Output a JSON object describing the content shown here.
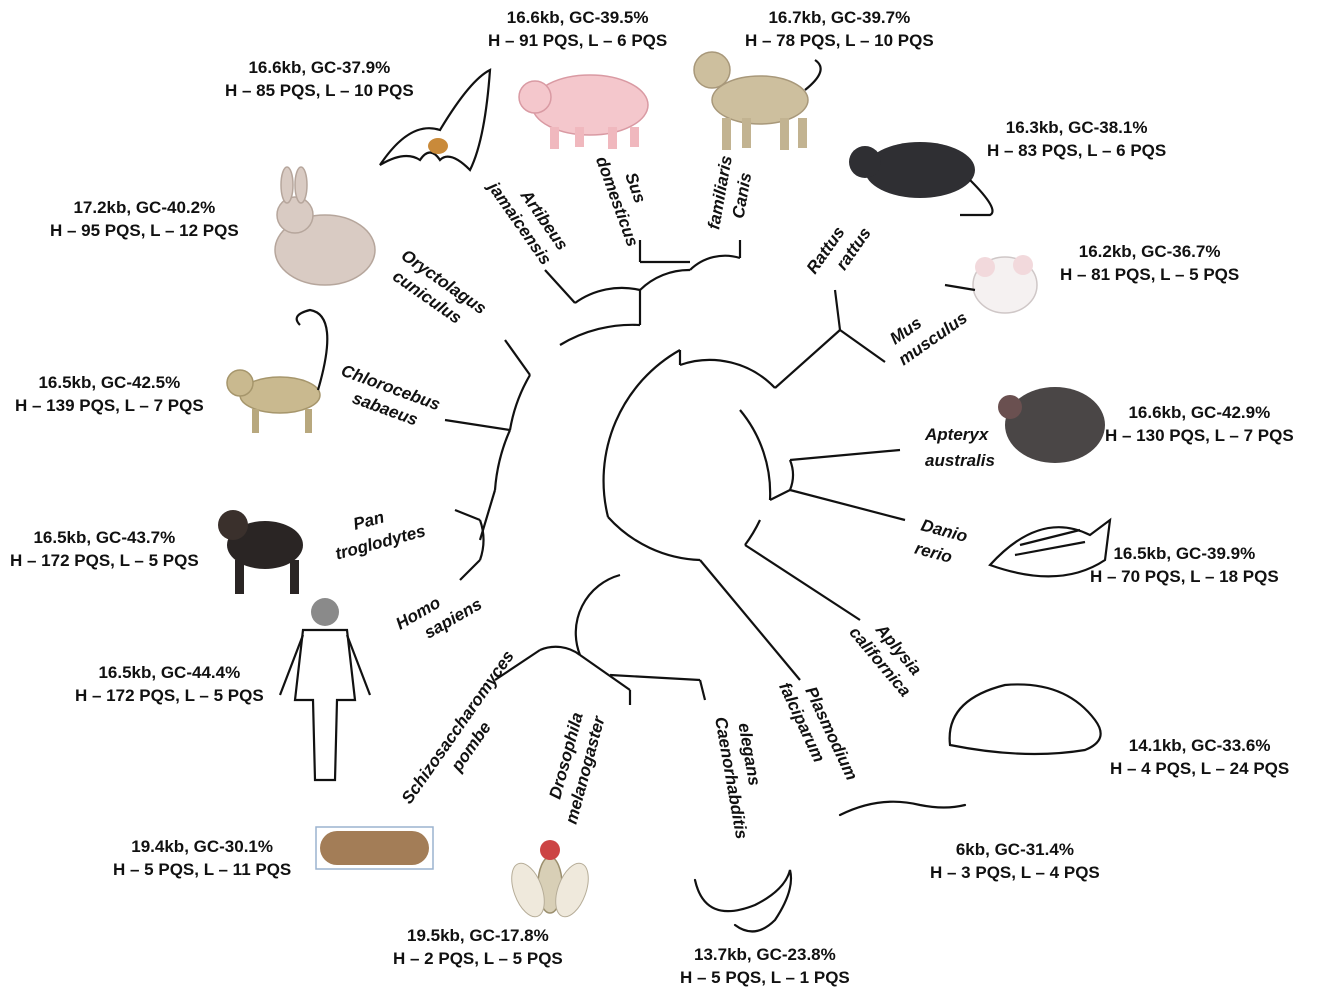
{
  "taxa": [
    {
      "id": "artibeus",
      "name_line1": "Artibeus",
      "name_line2": "jamaicensis",
      "stats_line1": "16.6kb, GC-37.9%",
      "stats_line2": "H – 85 PQS, L – 10 PQS",
      "icon": "bat-icon"
    },
    {
      "id": "sus",
      "name_line1": "Sus",
      "name_line2": "domesticus",
      "stats_line1": "16.6kb, GC-39.5%",
      "stats_line2": "H – 91 PQS, L – 6 PQS",
      "icon": "pig-icon"
    },
    {
      "id": "canis",
      "name_line1": "Canis",
      "name_line2": "familiaris",
      "stats_line1": "16.7kb, GC-39.7%",
      "stats_line2": "H – 78 PQS, L – 10 PQS",
      "icon": "dog-icon"
    },
    {
      "id": "rattus",
      "name_line1": "Rattus",
      "name_line2": "rattus",
      "stats_line1": "16.3kb, GC-38.1%",
      "stats_line2": "H – 83 PQS, L – 6 PQS",
      "icon": "rat-icon"
    },
    {
      "id": "mus",
      "name_line1": "Mus",
      "name_line2": "musculus",
      "stats_line1": "16.2kb, GC-36.7%",
      "stats_line2": "H – 81 PQS, L – 5 PQS",
      "icon": "mouse-icon"
    },
    {
      "id": "oryctolagus",
      "name_line1": "Oryctolagus",
      "name_line2": "cuniculus",
      "stats_line1": "17.2kb, GC-40.2%",
      "stats_line2": "H – 95 PQS, L – 12 PQS",
      "icon": "rabbit-icon"
    },
    {
      "id": "chlorocebus",
      "name_line1": "Chlorocebus",
      "name_line2": "sabaeus",
      "stats_line1": "16.5kb, GC-42.5%",
      "stats_line2": "H – 139 PQS, L – 7 PQS",
      "icon": "monkey-icon"
    },
    {
      "id": "pan",
      "name_line1": "Pan",
      "name_line2": "troglodytes",
      "stats_line1": "16.5kb, GC-43.7%",
      "stats_line2": "H – 172 PQS, L – 5 PQS",
      "icon": "chimpanzee-icon"
    },
    {
      "id": "homo",
      "name_line1": "Homo",
      "name_line2": "sapiens",
      "stats_line1": "16.5kb, GC-44.4%",
      "stats_line2": "H – 172 PQS, L – 5 PQS",
      "icon": "human-icon"
    },
    {
      "id": "apteryx",
      "name_line1": "Apteryx",
      "name_line2": "australis",
      "stats_line1": "16.6kb, GC-42.9%",
      "stats_line2": "H – 130 PQS, L – 7 PQS",
      "icon": "kiwi-bird-icon"
    },
    {
      "id": "danio",
      "name_line1": "Danio",
      "name_line2": "rerio",
      "stats_line1": "16.5kb, GC-39.9%",
      "stats_line2": "H – 70 PQS, L – 18 PQS",
      "icon": "zebrafish-icon"
    },
    {
      "id": "aplysia",
      "name_line1": "Aplysia",
      "name_line2": "californica",
      "stats_line1": "14.1kb, GC-33.6%",
      "stats_line2": "H – 4 PQS, L – 24 PQS",
      "icon": "sea-hare-icon"
    },
    {
      "id": "plasmodium",
      "name_line1": "Plasmodium",
      "name_line2": "falciparum",
      "stats_line1": "6kb, GC-31.4%",
      "stats_line2": "H – 3 PQS, L – 4 PQS",
      "icon": "parasite-icon"
    },
    {
      "id": "caenorhabditis",
      "name_line1": "Caenorhabditis",
      "name_line2": "elegans",
      "stats_line1": "13.7kb, GC-23.8%",
      "stats_line2": "H – 5 PQS, L – 1 PQS",
      "icon": "nematode-icon"
    },
    {
      "id": "drosophila",
      "name_line1": "Drosophila",
      "name_line2": "melanogaster",
      "stats_line1": "19.5kb, GC-17.8%",
      "stats_line2": "H – 2 PQS, L – 5 PQS",
      "icon": "fruit-fly-icon"
    },
    {
      "id": "schizosaccharomyces",
      "name_line1": "Schizosaccharomyces",
      "name_line2": "pombe",
      "stats_line1": "19.4kb, GC-30.1%",
      "stats_line2": "H – 5 PQS, L – 11 PQS",
      "icon": "yeast-cell-icon"
    }
  ]
}
